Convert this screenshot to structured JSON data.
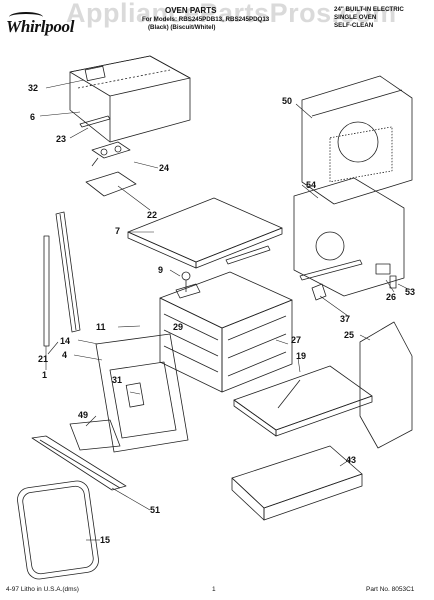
{
  "header": {
    "brand": "Whirlpool",
    "watermark": "AppliancePartsPros.com",
    "title": "OVEN PARTS",
    "model_line": "For Models: RBS245PDB13, RBS245PDQ13",
    "color_line": "(Black)    (Biscuit/Whitel)",
    "product_lines": [
      "24\" BUILT-IN ELECTRIC",
      "SINGLE OVEN",
      "SELF-CLEAN"
    ]
  },
  "callouts": [
    "32",
    "6",
    "23",
    "24",
    "22",
    "7",
    "9",
    "11",
    "29",
    "14",
    "4",
    "21",
    "1",
    "31",
    "49",
    "51",
    "15",
    "50",
    "54",
    "26",
    "53",
    "37",
    "27",
    "25",
    "19",
    "43"
  ],
  "footer": {
    "left": "4-97 Litho in U.S.A.(dms)",
    "page": "1",
    "part_no": "Part No. 8053C1"
  }
}
